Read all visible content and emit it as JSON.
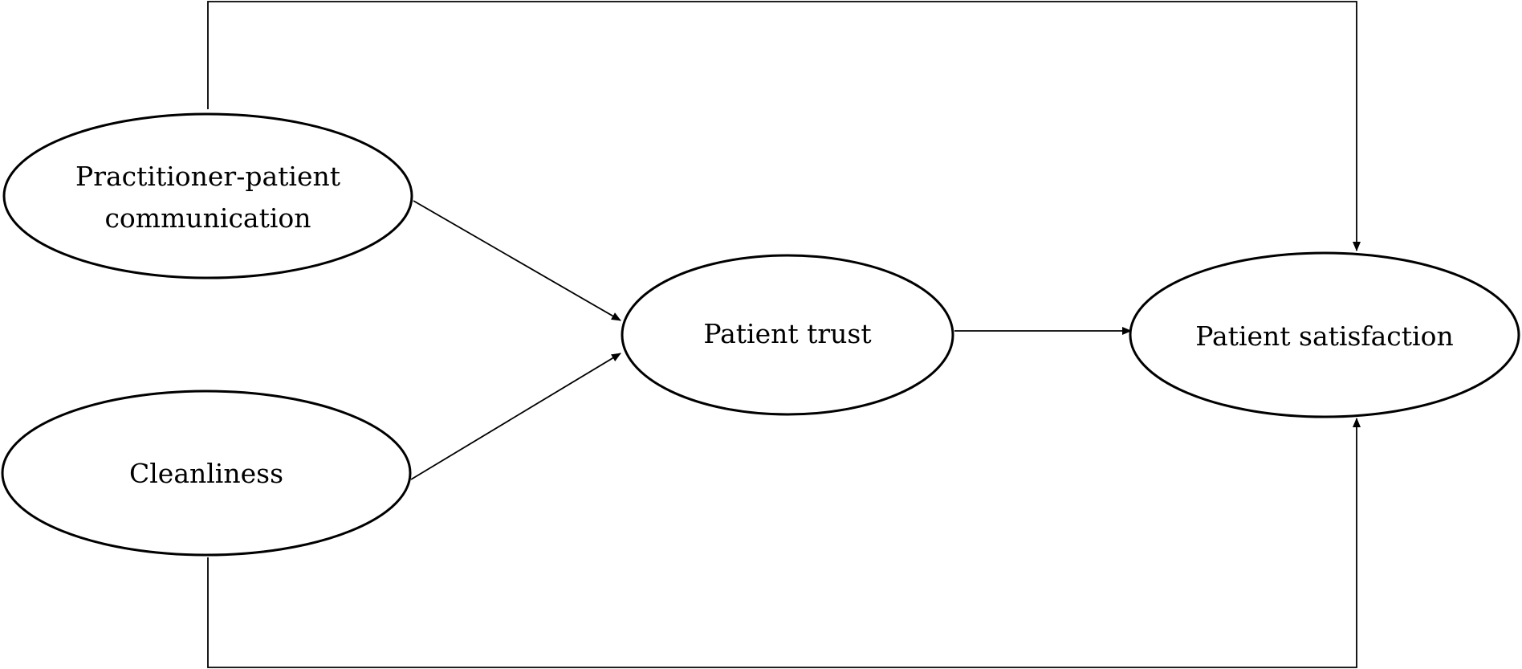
{
  "nodes": [
    {
      "id": "communication",
      "lines": [
        "Practitioner-patient",
        "communication"
      ]
    },
    {
      "id": "cleanliness",
      "lines": [
        "Cleanliness"
      ]
    },
    {
      "id": "trust",
      "lines": [
        "Patient trust"
      ]
    },
    {
      "id": "satisfaction",
      "lines": [
        "Patient satisfaction"
      ]
    }
  ],
  "edges": [
    {
      "from": "communication",
      "to": "trust"
    },
    {
      "from": "cleanliness",
      "to": "trust"
    },
    {
      "from": "trust",
      "to": "satisfaction"
    },
    {
      "from": "communication",
      "to": "satisfaction"
    },
    {
      "from": "cleanliness",
      "to": "satisfaction"
    }
  ],
  "colors": {
    "stroke": "#000000",
    "fill": "#ffffff"
  }
}
